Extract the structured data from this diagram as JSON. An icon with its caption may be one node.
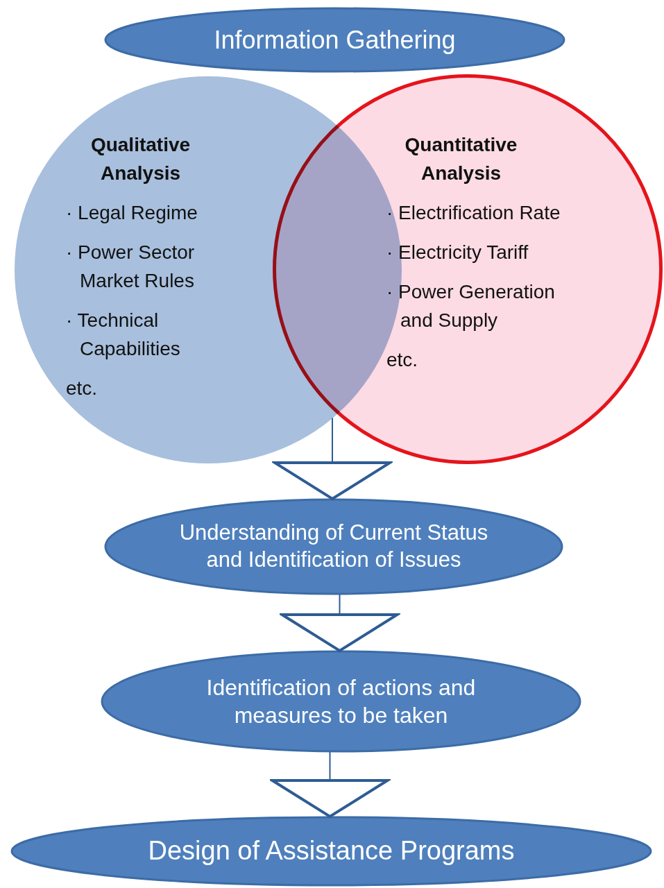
{
  "diagram": {
    "nodes": [
      {
        "text": [
          "Information Gathering"
        ]
      },
      {
        "text": [
          "Qualitative Analysis",
          "· Legal Regime",
          "· Power Sector Market Rules",
          "· Technical Capabilities",
          "etc."
        ]
      },
      {
        "text": [
          "Quantitative Analysis",
          "· Electrification Rate",
          "· Electricity Tariff",
          "· Power Generation and Supply",
          "etc."
        ]
      },
      {
        "text": [
          "Understanding of Current Status and Identification of Issues"
        ]
      },
      {
        "text": [
          "Identification of actions and measures to be taken"
        ]
      },
      {
        "text": [
          "Design of Assistance Programs"
        ]
      }
    ],
    "edges": [
      {
        "from": 1,
        "to": 3,
        "arrow": "to"
      },
      {
        "from": 2,
        "to": 3,
        "arrow": "to"
      },
      {
        "from": 3,
        "to": 4,
        "arrow": "to"
      },
      {
        "from": 4,
        "to": 5,
        "arrow": "to"
      }
    ]
  }
}
